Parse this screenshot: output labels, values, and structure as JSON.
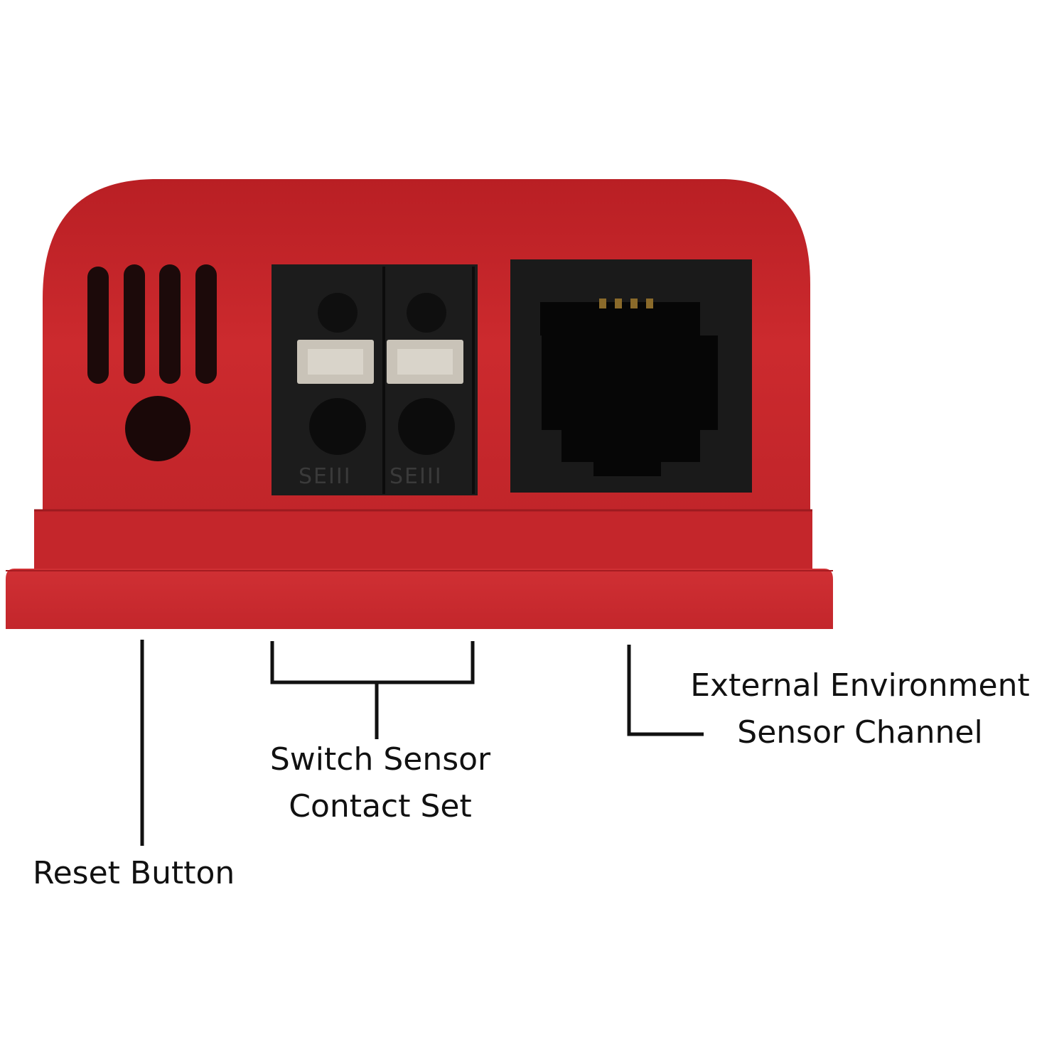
{
  "colors": {
    "housing_red": "#c8242a",
    "housing_shadow": "#9f1a1f",
    "port_black": "#1a1a1a",
    "latch_grey": "#c9c3b8",
    "leader_line": "#111111"
  },
  "callouts": {
    "reset_button": {
      "lines": [
        "Reset Button"
      ]
    },
    "switch_sensor": {
      "lines": [
        "Switch Sensor",
        "Contact Set"
      ]
    },
    "external_sensor": {
      "lines": [
        "External Environment",
        "Sensor Channel"
      ]
    }
  }
}
